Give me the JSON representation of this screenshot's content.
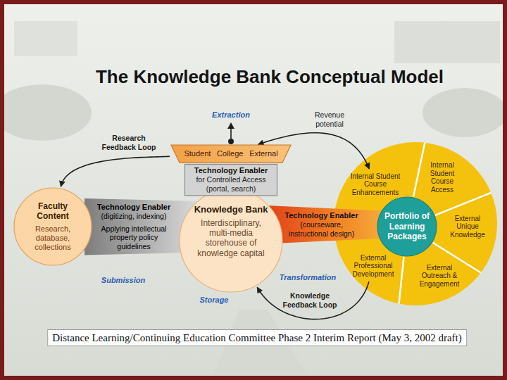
{
  "diagram": {
    "title": "The Knowledge Bank Conceptual Model",
    "caption": "Distance Learning/Continuing Education Committee Phase 2 Interim Report (May 3, 2002 draft)",
    "nodes": [
      {
        "text": [
          "Student",
          "College",
          "External"
        ]
      },
      {
        "text": [
          "Technology Enabler",
          "for Controlled Access (portal, search)"
        ]
      },
      {
        "text": [
          "Faculty Content",
          "Research, database, collections"
        ]
      },
      {
        "text": [
          "Technology Enabler",
          "(digitizing, indexing)",
          "Applying intellectual property policy guidelines"
        ]
      },
      {
        "text": [
          "Knowledge Bank",
          "Interdisciplinary, multi-media storehouse of knowledge capital"
        ]
      },
      {
        "text": [
          "Technology Enabler",
          "(courseware, instructional design)"
        ]
      },
      {
        "text": [
          "Internal Student Course Enhancements"
        ]
      },
      {
        "text": [
          "Internal Student Course Access"
        ]
      },
      {
        "text": [
          "Portfolio of Learning Packages"
        ]
      },
      {
        "text": [
          "External Unique Knowledge"
        ]
      },
      {
        "text": [
          "External Professional Development"
        ]
      },
      {
        "text": [
          "External Outreach & Engagement"
        ]
      }
    ],
    "edges": [
      {
        "from": 0,
        "to": 2,
        "arrow": "to",
        "label": "Research Feedback Loop"
      },
      {
        "from": 0,
        "to": 6,
        "arrow": "both",
        "label": "Revenue potential"
      },
      {
        "from": 10,
        "to": 4,
        "arrow": "to",
        "label": "Knowledge Feedback Loop"
      }
    ],
    "labels": [
      "Extraction",
      "Submission",
      "Storage",
      "Transformation"
    ]
  }
}
